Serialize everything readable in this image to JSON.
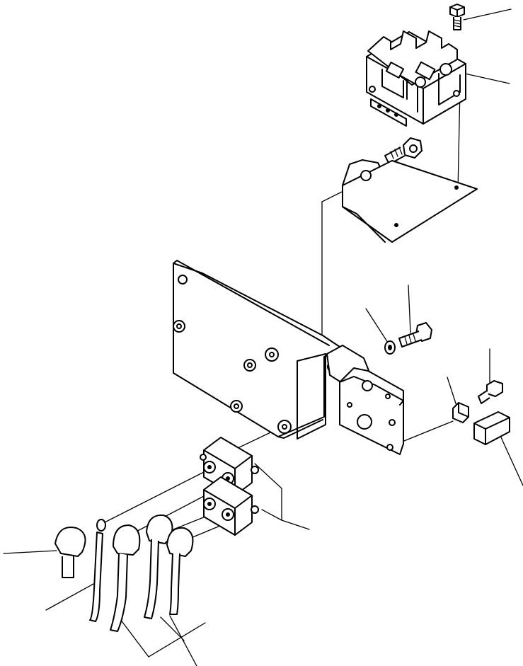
{
  "diagram": {
    "type": "exploded-parts-view",
    "colors": {
      "line": "#000000",
      "background": "#ffffff"
    },
    "parts": [
      {
        "id": "screw-top",
        "icon": "screw-icon"
      },
      {
        "id": "terminal-block",
        "icon": "terminal-block-icon"
      },
      {
        "id": "bolt-bracket",
        "icon": "bolt-icon"
      },
      {
        "id": "angle-bracket",
        "icon": "bracket-icon"
      },
      {
        "id": "mounting-plate",
        "icon": "plate-icon"
      },
      {
        "id": "washer",
        "icon": "washer-icon"
      },
      {
        "id": "bolt-mid",
        "icon": "bolt-icon"
      },
      {
        "id": "small-plate",
        "icon": "plate-icon"
      },
      {
        "id": "screw-right",
        "icon": "screw-icon"
      },
      {
        "id": "clip",
        "icon": "clip-icon"
      },
      {
        "id": "cap",
        "icon": "cap-icon"
      },
      {
        "id": "breaker-upper",
        "icon": "circuit-breaker-icon"
      },
      {
        "id": "breaker-lower",
        "icon": "circuit-breaker-icon"
      },
      {
        "id": "boot-left",
        "icon": "terminal-boot-icon"
      },
      {
        "id": "ring-terminal",
        "icon": "ring-terminal-icon"
      },
      {
        "id": "cable-a",
        "icon": "cable-icon"
      },
      {
        "id": "cable-b",
        "icon": "cable-icon"
      },
      {
        "id": "cable-c",
        "icon": "cable-icon"
      }
    ]
  }
}
